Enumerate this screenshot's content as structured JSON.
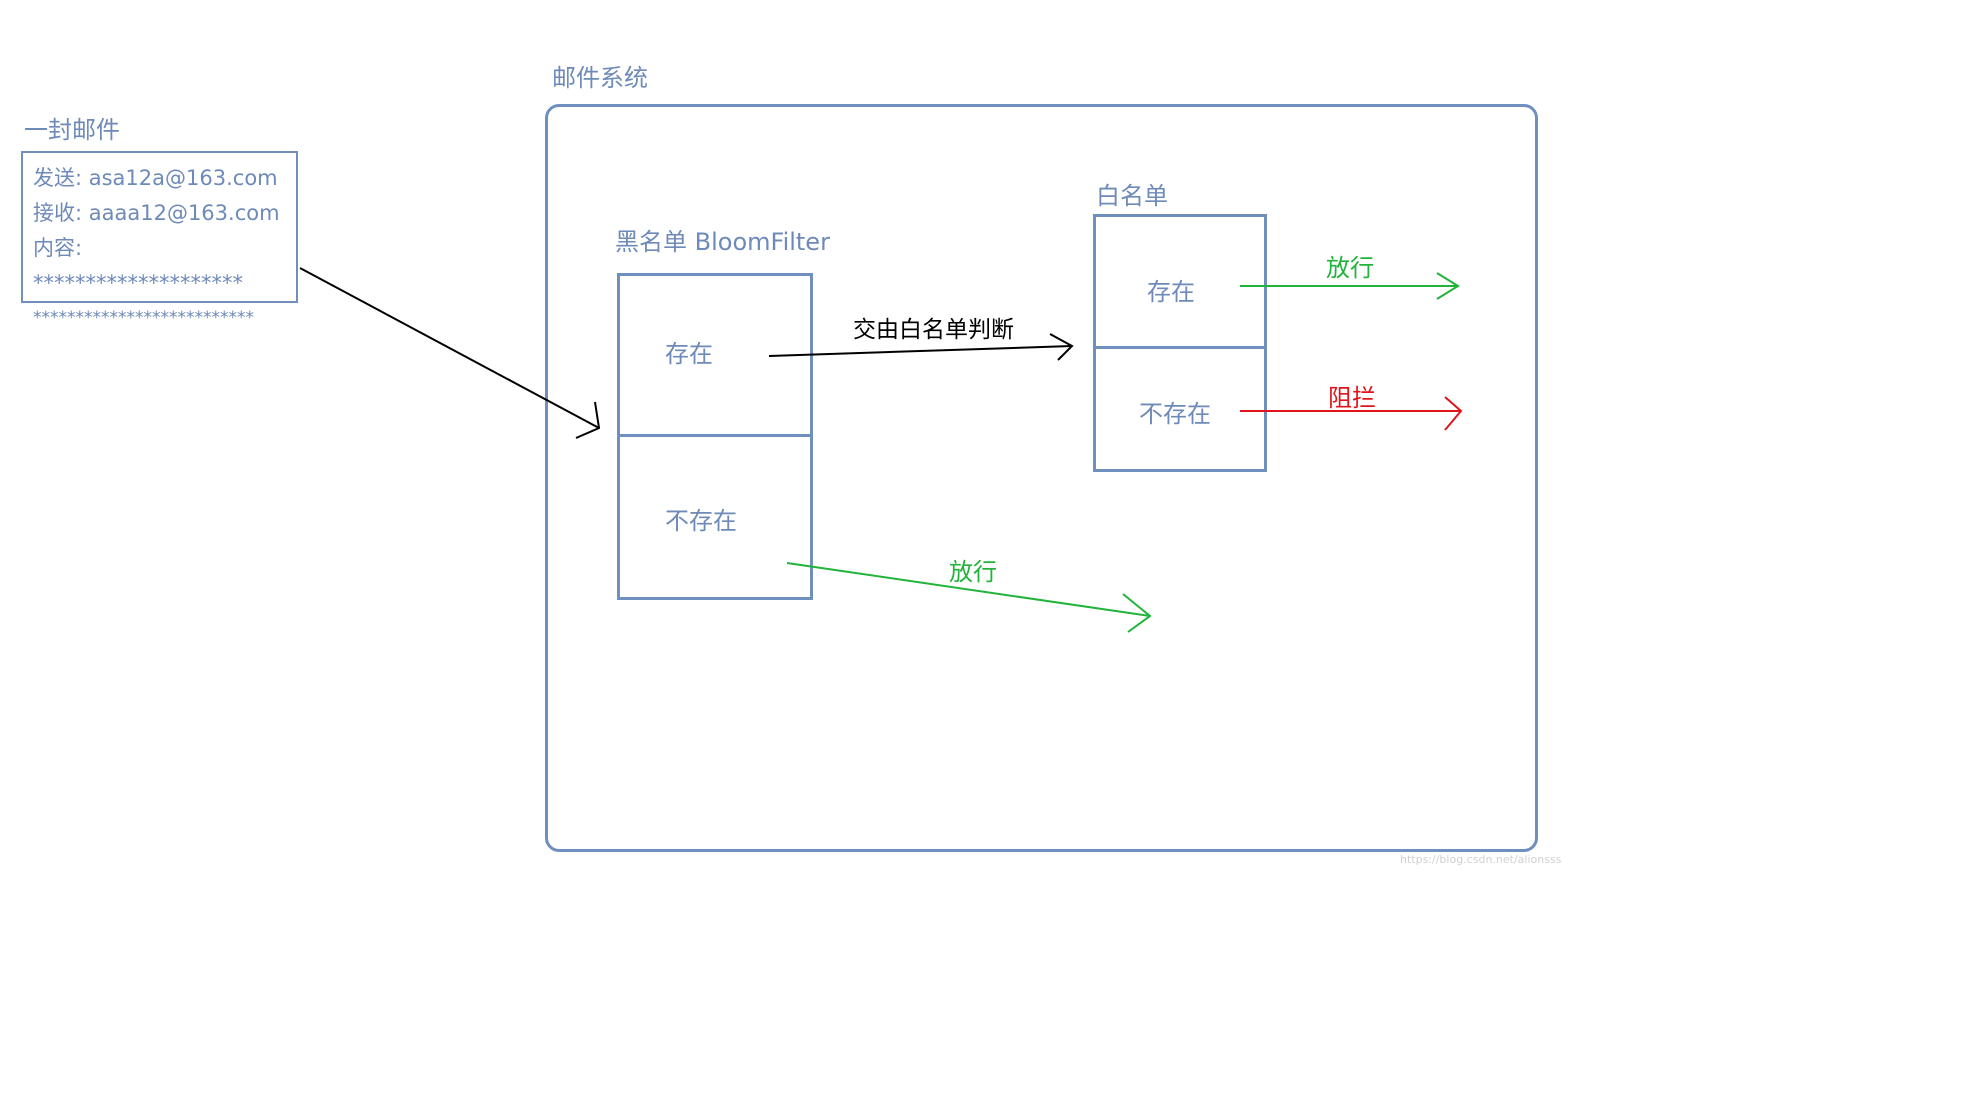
{
  "email": {
    "title": "一封邮件",
    "lines": [
      "发送: asa12a@163.com",
      "接收: aaaa12@163.com",
      "内容: ********************",
      "**************************"
    ]
  },
  "system": {
    "title": "邮件系统"
  },
  "blacklist": {
    "title": "黑名单 BloomFilter",
    "exists": "存在",
    "not_exists": "不存在"
  },
  "whitelist": {
    "title": "白名单",
    "exists": "存在",
    "not_exists": "不存在"
  },
  "arrows": {
    "to_whitelist": "交由白名单判断",
    "pass_blacklist": "放行",
    "pass_whitelist": "放行",
    "block": "阻拦"
  },
  "colors": {
    "box_border": "#6f8fbf",
    "text_blue": "#6e8ab8",
    "pass": "#22b33a",
    "block": "#e0141c"
  },
  "watermark": "https://blog.csdn.net/alionsss"
}
